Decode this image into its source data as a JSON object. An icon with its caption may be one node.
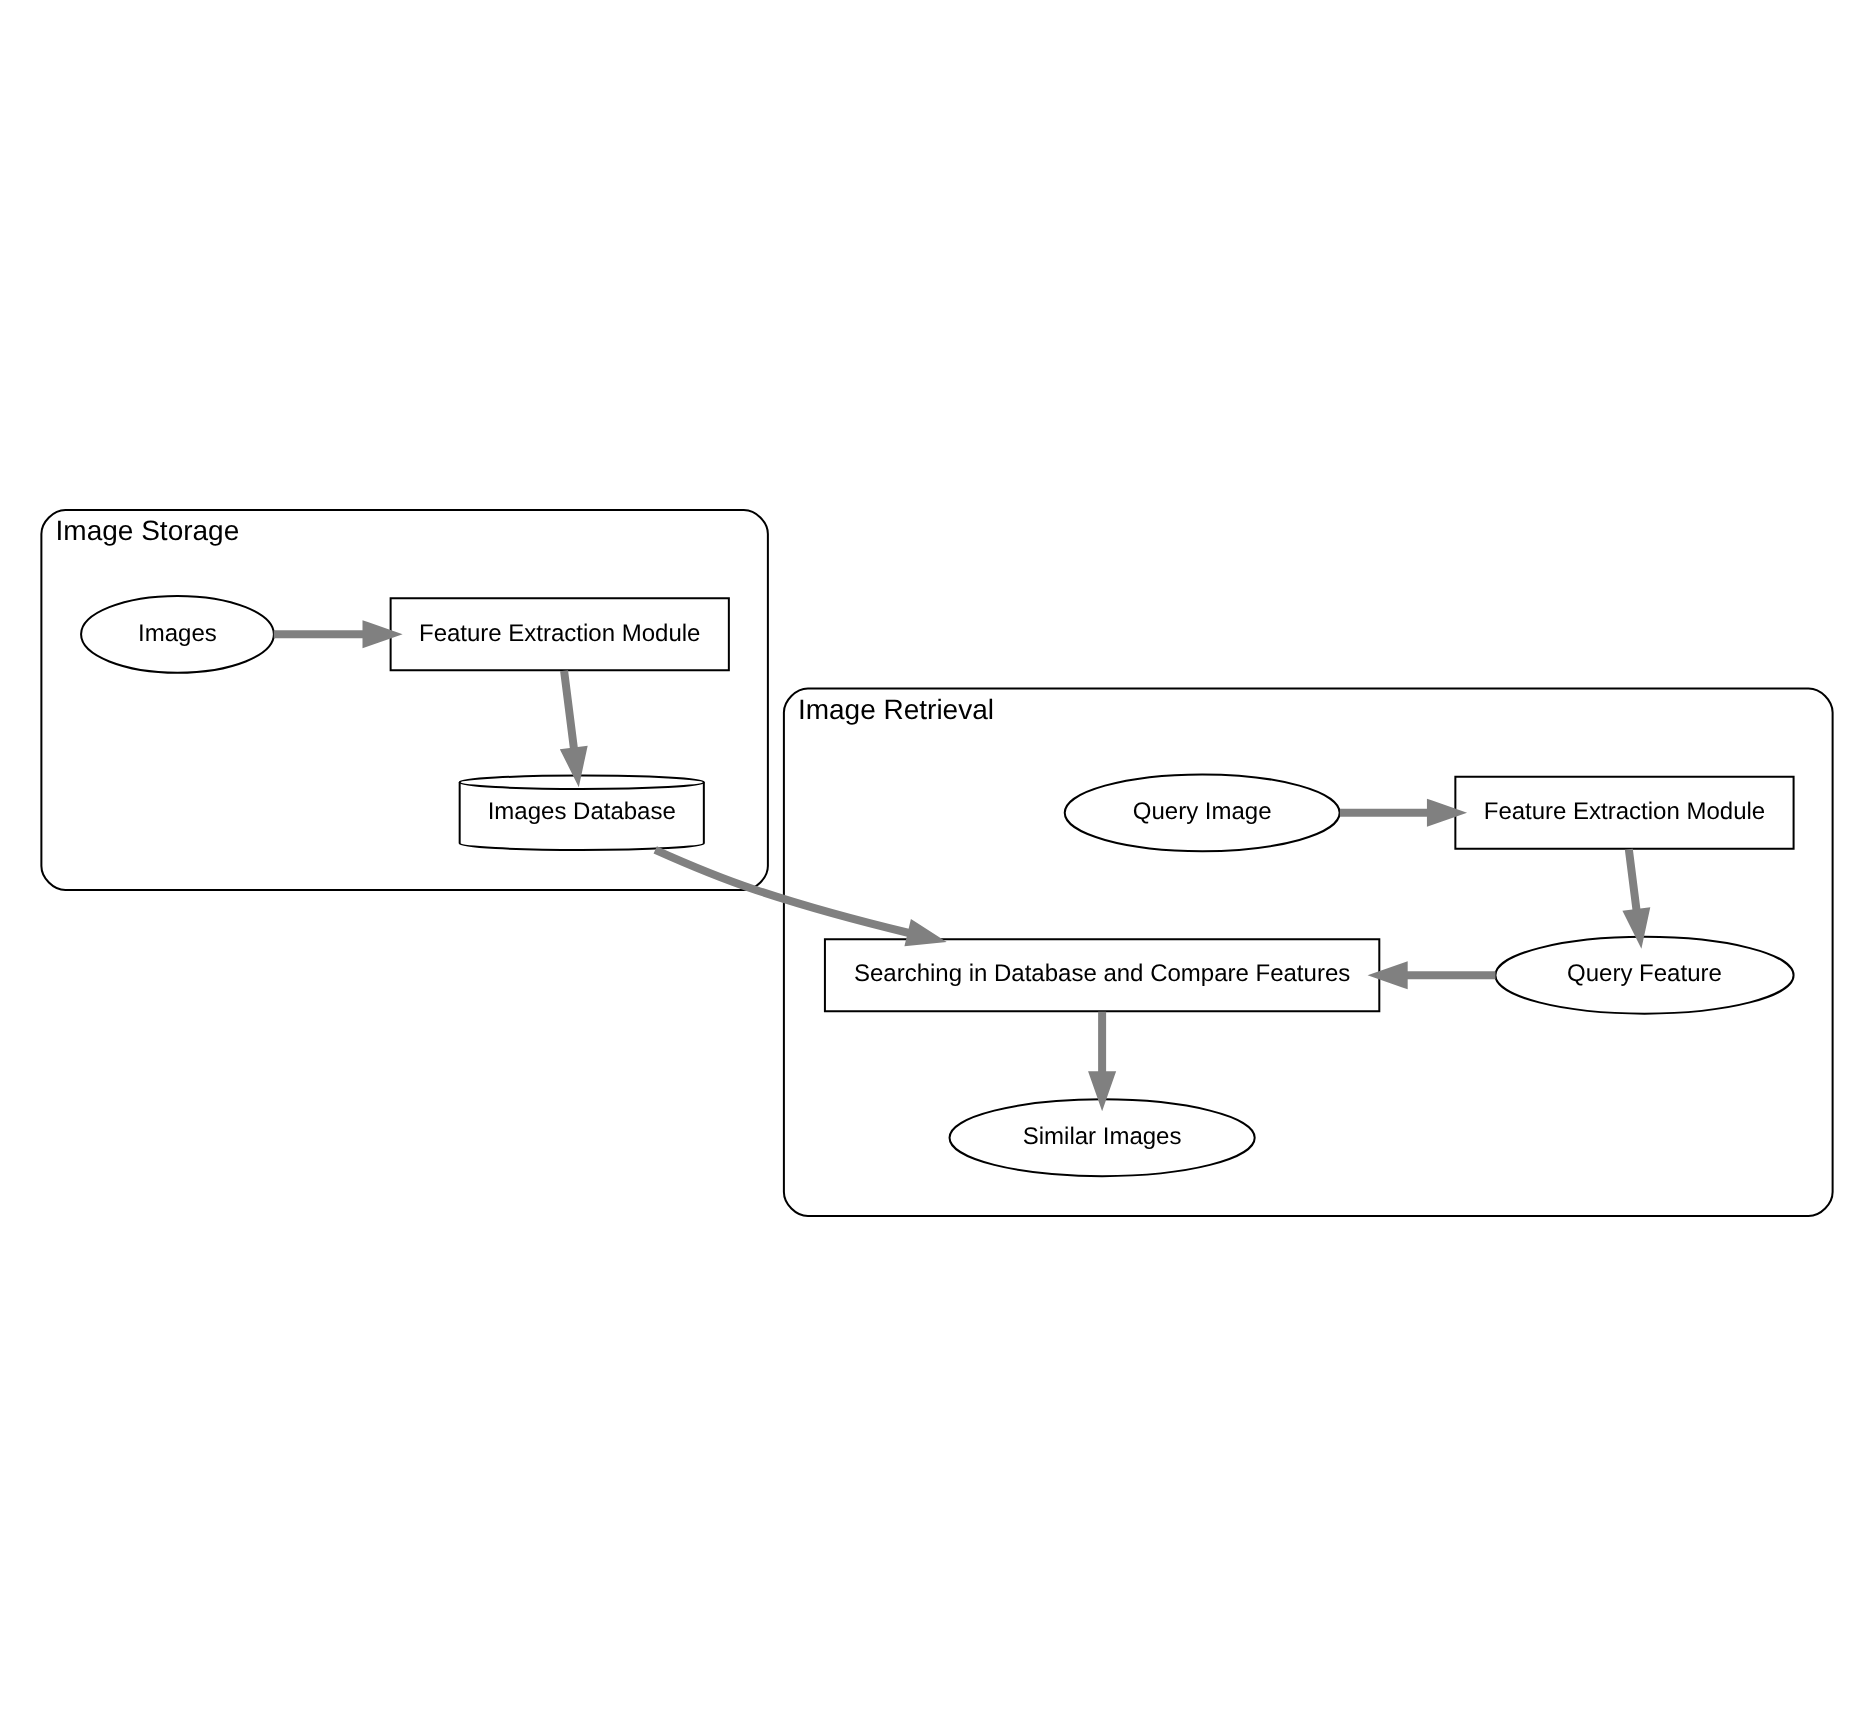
{
  "diagram": {
    "nodes": [
      {
        "text": [
          "Image Storage"
        ]
      },
      {
        "text": [
          "Images"
        ],
        "in": 0
      },
      {
        "text": [
          "Feature Extraction Module"
        ],
        "in": 0
      },
      {
        "text": [
          "Images Database"
        ],
        "in": 0
      },
      {
        "text": [
          "Image Retrieval"
        ]
      },
      {
        "text": [
          "Query Feature"
        ],
        "in": 4
      },
      {
        "text": [
          "Searching in Database and Compare Features"
        ],
        "in": 4
      },
      {
        "text": [
          "Similar Images"
        ],
        "in": 4
      },
      {
        "text": [
          "Query Image"
        ],
        "in": 4
      },
      {
        "text": [
          "Feature Extraction Module"
        ],
        "in": 4
      }
    ],
    "edges": [
      {
        "from": 1,
        "to": 2,
        "arrow": "to"
      },
      {
        "from": 2,
        "to": 3,
        "arrow": "to"
      },
      {
        "from": 3,
        "to": 6,
        "arrow": "to"
      },
      {
        "from": 5,
        "to": 6,
        "arrow": "to"
      },
      {
        "from": 6,
        "to": 7,
        "arrow": "to"
      },
      {
        "from": 8,
        "to": 9,
        "arrow": "to"
      },
      {
        "from": 9,
        "to": 5,
        "arrow": "to"
      }
    ]
  }
}
